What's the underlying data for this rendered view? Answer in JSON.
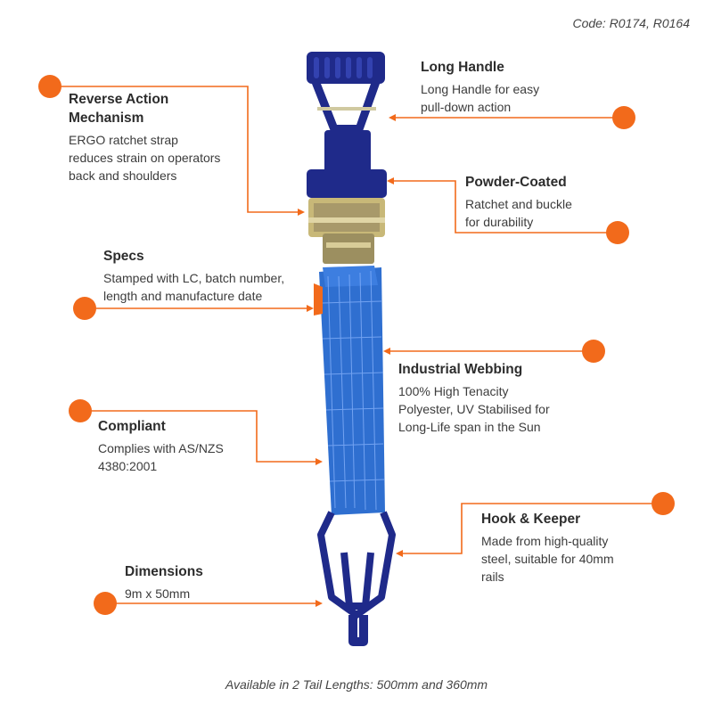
{
  "code": "Code: R0174, R0164",
  "footer": "Available in 2 Tail Lengths: 500mm and 360mm",
  "accent_color": "#f26a1b",
  "strap_color": "#2f6fd0",
  "callouts": {
    "long_handle": {
      "title": "Long Handle",
      "text": "Long Handle for easy\npull-down action"
    },
    "reverse_action": {
      "title": "Reverse Action\nMechanism",
      "text": "ERGO ratchet strap\nreduces strain on operators\nback and shoulders"
    },
    "powder_coated": {
      "title": "Powder-Coated",
      "text": "Ratchet and buckle\nfor durability"
    },
    "specs": {
      "title": "Specs",
      "text": "Stamped with LC, batch number,\nlength and manufacture date"
    },
    "webbing": {
      "title": "Industrial Webbing",
      "text": "100% High Tenacity\nPolyester, UV Stabilised for\nLong-Life span in the Sun"
    },
    "compliant": {
      "title": "Compliant",
      "text": "Complies with AS/NZS\n4380:2001"
    },
    "hook": {
      "title": "Hook & Keeper",
      "text": "Made from high-quality\nsteel, suitable for 40mm\nrails"
    },
    "dimensions": {
      "title": "Dimensions",
      "text": "9m x 50mm"
    }
  }
}
